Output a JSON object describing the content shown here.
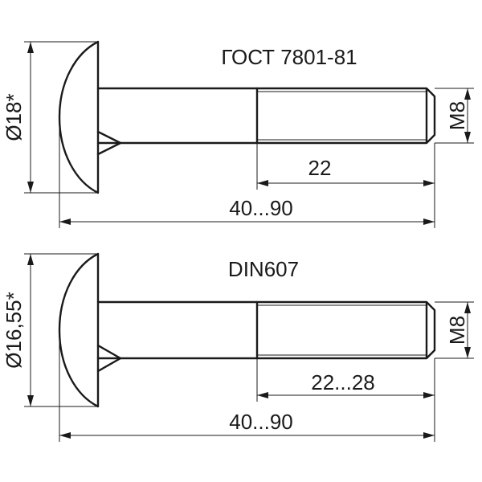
{
  "top_bolt": {
    "standard": "ГОСТ 7801-81",
    "head_diameter": "Ø18*",
    "thread": "M8",
    "thread_length": "22",
    "total_length": "40...90"
  },
  "bottom_bolt": {
    "standard": "DIN607",
    "head_diameter": "Ø16,55*",
    "thread": "M8",
    "thread_length": "22...28",
    "total_length": "40...90"
  }
}
